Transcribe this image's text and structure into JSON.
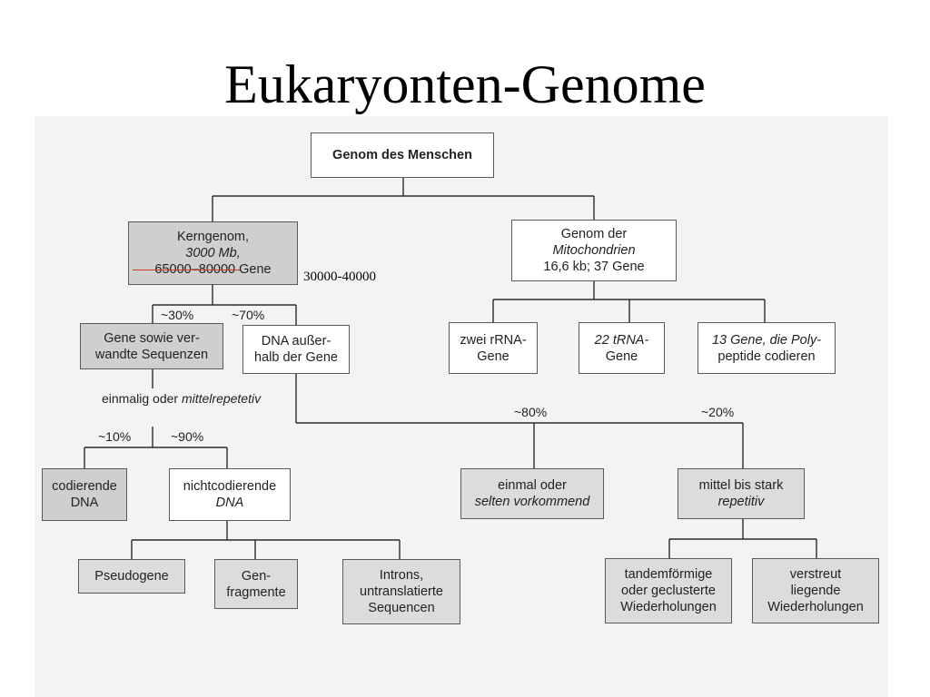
{
  "title": "Eukaryonten-Genome",
  "root": "Genom des Menschen",
  "nuclear": {
    "line1": "Kerngenom,",
    "line2": "3000 Mb,",
    "line3_struck": "65000–80000",
    "line3_rest": " Gene"
  },
  "annotation": "30000-40000",
  "mito": {
    "line1": "Genom der",
    "line2": "Mitochondrien",
    "line3": "16,6 kb; 37 Gene"
  },
  "mito_children": {
    "rrna": [
      "zwei rRNA-",
      "Gene"
    ],
    "trna": [
      "22 tRNA-",
      "Gene"
    ],
    "poly": [
      "13 Gene, die Poly-",
      "peptide codieren"
    ]
  },
  "split_30": "~30%",
  "split_70": "~70%",
  "genes": [
    "Gene sowie ver-",
    "wandte Sequenzen"
  ],
  "outside": [
    "DNA außer-",
    "halb der Gene"
  ],
  "once_or_mid": [
    "einmalig oder",
    "mittelrepetetiv"
  ],
  "split_10": "~10%",
  "split_90": "~90%",
  "split_80": "~80%",
  "split_20": "~20%",
  "coding": [
    "codierende",
    "DNA"
  ],
  "noncoding": [
    "nichtcodierende",
    "DNA"
  ],
  "rare": [
    "einmal oder",
    "selten vorkommend"
  ],
  "repetitive": [
    "mittel bis stark",
    "repetitiv"
  ],
  "pseudo": "Pseudogene",
  "fragments": [
    "Gen-",
    "fragmente"
  ],
  "introns": [
    "Introns,",
    "untranslatierte",
    "Sequencen"
  ],
  "tandem": [
    "tandemförmige",
    "oder geclusterte",
    "Wiederholungen"
  ],
  "scattered": [
    "verstreut",
    "liegende",
    "Wiederholungen"
  ]
}
